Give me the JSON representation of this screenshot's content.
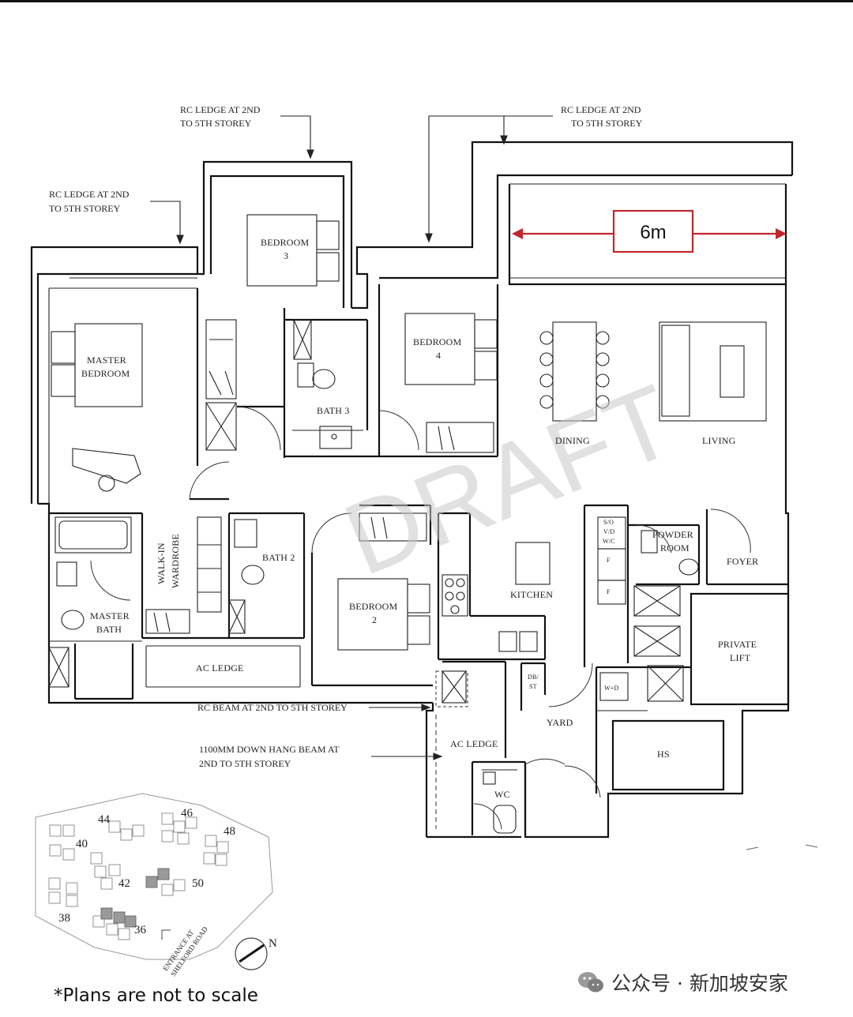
{
  "rooms": {
    "master_bedroom": "MASTER BEDROOM",
    "bedroom3": "BEDROOM 3",
    "bedroom4": "BEDROOM 4",
    "bedroom2": "BEDROOM 2",
    "bath3": "BATH 3",
    "bath2": "BATH 2",
    "master_bath": "MASTER BATH",
    "walk_in_wardrobe": "WALK-IN WARDROBE",
    "ac_ledge_1": "AC LEDGE",
    "ac_ledge_2": "AC LEDGE",
    "dining": "DINING",
    "living": "LIVING",
    "kitchen": "KITCHEN",
    "powder_room": "POWDER ROOM",
    "foyer": "FOYER",
    "private_lift": "PRIVATE LIFT",
    "yard": "YARD",
    "hs": "HS",
    "wc": "WC",
    "db_st": "DB/ ST",
    "so_vd_wc": "S/O V/D W/C",
    "w_d": "W+D",
    "f": "F"
  },
  "annotations": {
    "rc_ledge_left": "RC LEDGE AT 2ND TO 5TH STOREY",
    "rc_ledge_mid": "RC LEDGE AT 2ND TO 5TH STOREY",
    "rc_ledge_right": "RC LEDGE AT 2ND TO 5TH STOREY",
    "rc_beam": "RC BEAM AT 2ND TO 5TH STOREY",
    "down_hang_beam": "1100MM DOWN HANG BEAM AT 2ND TO 5TH STOREY"
  },
  "watermark": "DRAFT",
  "dimension": "6m",
  "site_plan": {
    "block_numbers": [
      "44",
      "46",
      "48",
      "40",
      "42",
      "50",
      "38",
      "36"
    ],
    "entrance": "ENTRANCE AT SHELFORD ROAD",
    "north": "N"
  },
  "disclaimer": "*Plans are not to scale",
  "credit": "公众号 · 新加坡安家",
  "colors": {
    "dimension_red": "#c0282d",
    "watermark": "#c9c9c9"
  }
}
